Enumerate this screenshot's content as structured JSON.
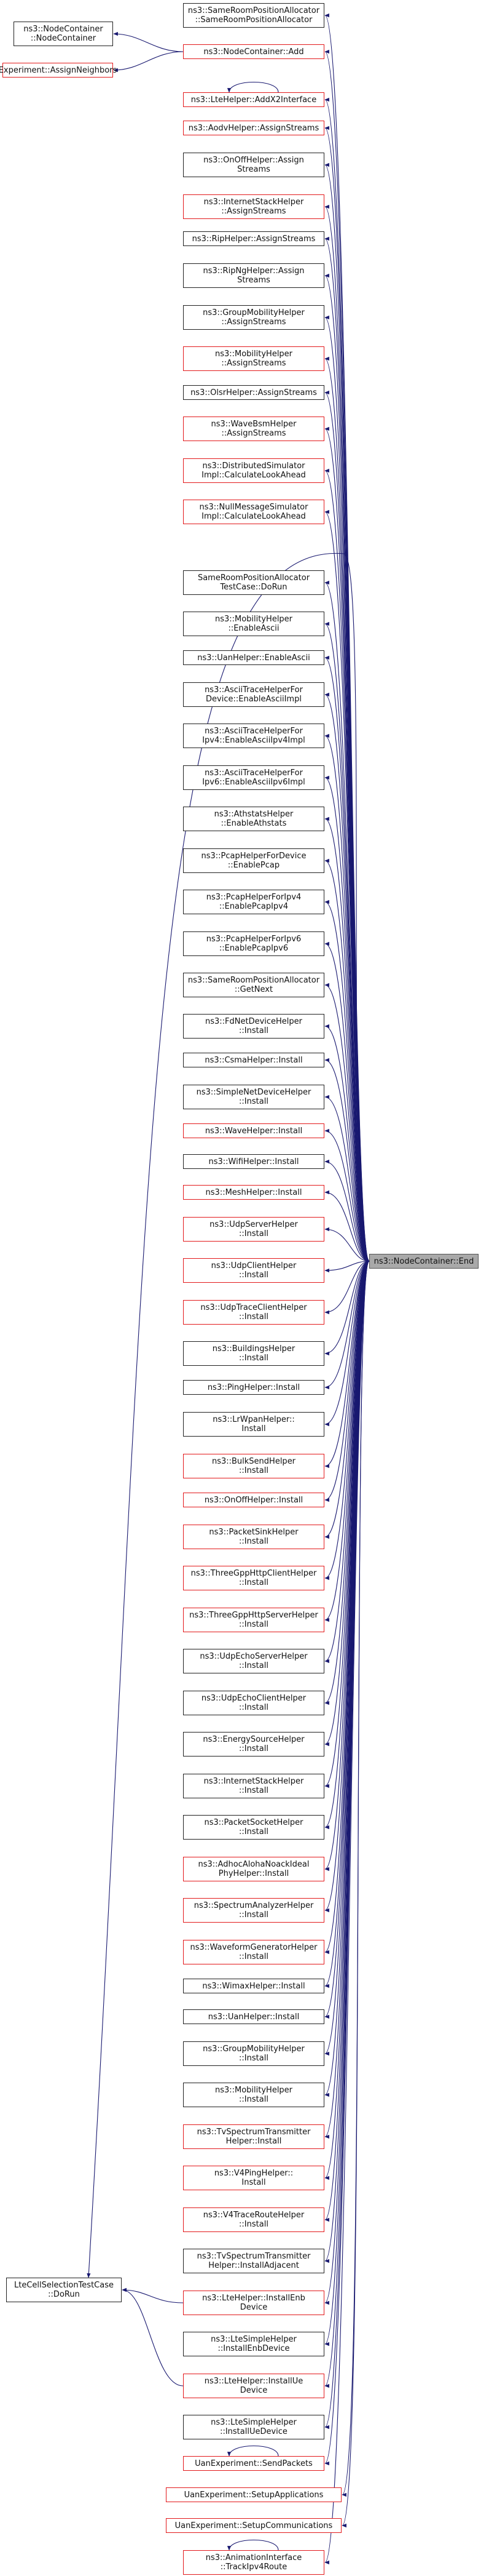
{
  "graph": {
    "focus": {
      "id": "end",
      "label": "ns3::NodeContainer::End"
    },
    "nodes": [
      {
        "id": "samepos",
        "label": "ns3::SameRoomPositionAllocator\n::SameRoomPositionAllocator",
        "style": "black"
      },
      {
        "id": "ncctor",
        "label": "ns3::NodeContainer\n::NodeContainer",
        "style": "black"
      },
      {
        "id": "ncadd",
        "label": "ns3::NodeContainer::Add",
        "style": "red"
      },
      {
        "id": "assignneigh",
        "label": "Experiment::AssignNeighbors",
        "style": "red"
      },
      {
        "id": "ltex2",
        "label": "ns3::LteHelper::AddX2Interface",
        "style": "red"
      },
      {
        "id": "aodv",
        "label": "ns3::AodvHelper::AssignStreams",
        "style": "red"
      },
      {
        "id": "onoffas",
        "label": "ns3::OnOffHelper::Assign\nStreams",
        "style": "black"
      },
      {
        "id": "inetas",
        "label": "ns3::InternetStackHelper\n::AssignStreams",
        "style": "red"
      },
      {
        "id": "ripas",
        "label": "ns3::RipHelper::AssignStreams",
        "style": "black"
      },
      {
        "id": "ripngas",
        "label": "ns3::RipNgHelper::Assign\nStreams",
        "style": "black"
      },
      {
        "id": "groupas",
        "label": "ns3::GroupMobilityHelper\n::AssignStreams",
        "style": "black"
      },
      {
        "id": "mobas",
        "label": "ns3::MobilityHelper\n::AssignStreams",
        "style": "red"
      },
      {
        "id": "olsras",
        "label": "ns3::OlsrHelper::AssignStreams",
        "style": "black"
      },
      {
        "id": "wavebsm",
        "label": "ns3::WaveBsmHelper\n::AssignStreams",
        "style": "red"
      },
      {
        "id": "distsim",
        "label": "ns3::DistributedSimulator\nImpl::CalculateLookAhead",
        "style": "red"
      },
      {
        "id": "nullmsg",
        "label": "ns3::NullMessageSimulator\nImpl::CalculateLookAhead",
        "style": "red"
      },
      {
        "id": "sameroomtc",
        "label": "SameRoomPositionAllocator\nTestCase::DoRun",
        "style": "black"
      },
      {
        "id": "mobascii",
        "label": "ns3::MobilityHelper\n::EnableAscii",
        "style": "black"
      },
      {
        "id": "uanascii",
        "label": "ns3::UanHelper::EnableAscii",
        "style": "black"
      },
      {
        "id": "asciidev",
        "label": "ns3::AsciiTraceHelperFor\nDevice::EnableAsciiImpl",
        "style": "black"
      },
      {
        "id": "ascii4",
        "label": "ns3::AsciiTraceHelperFor\nIpv4::EnableAsciiIpv4Impl",
        "style": "black"
      },
      {
        "id": "ascii6",
        "label": "ns3::AsciiTraceHelperFor\nIpv6::EnableAsciiIpv6Impl",
        "style": "black"
      },
      {
        "id": "athstats",
        "label": "ns3::AthstatsHelper\n::EnableAthstats",
        "style": "black"
      },
      {
        "id": "pcapdev",
        "label": "ns3::PcapHelperForDevice\n::EnablePcap",
        "style": "black"
      },
      {
        "id": "pcap4",
        "label": "ns3::PcapHelperForIpv4\n::EnablePcapIpv4",
        "style": "black"
      },
      {
        "id": "pcap6",
        "label": "ns3::PcapHelperForIpv6\n::EnablePcapIpv6",
        "style": "black"
      },
      {
        "id": "samenext",
        "label": "ns3::SameRoomPositionAllocator\n::GetNext",
        "style": "black"
      },
      {
        "id": "fdnet",
        "label": "ns3::FdNetDeviceHelper\n::Install",
        "style": "black"
      },
      {
        "id": "csma",
        "label": "ns3::CsmaHelper::Install",
        "style": "black"
      },
      {
        "id": "simplenet",
        "label": "ns3::SimpleNetDeviceHelper\n::Install",
        "style": "black"
      },
      {
        "id": "wave",
        "label": "ns3::WaveHelper::Install",
        "style": "red"
      },
      {
        "id": "wifi",
        "label": "ns3::WifiHelper::Install",
        "style": "black"
      },
      {
        "id": "mesh",
        "label": "ns3::MeshHelper::Install",
        "style": "red"
      },
      {
        "id": "udpserver",
        "label": "ns3::UdpServerHelper\n::Install",
        "style": "red"
      },
      {
        "id": "udpclient",
        "label": "ns3::UdpClientHelper\n::Install",
        "style": "red"
      },
      {
        "id": "udptrace",
        "label": "ns3::UdpTraceClientHelper\n::Install",
        "style": "red"
      },
      {
        "id": "buildings",
        "label": "ns3::BuildingsHelper\n::Install",
        "style": "black"
      },
      {
        "id": "ping",
        "label": "ns3::PingHelper::Install",
        "style": "black"
      },
      {
        "id": "lrwpan",
        "label": "ns3::LrWpanHelper::\nInstall",
        "style": "black"
      },
      {
        "id": "bulksend",
        "label": "ns3::BulkSendHelper\n::Install",
        "style": "red"
      },
      {
        "id": "onoff",
        "label": "ns3::OnOffHelper::Install",
        "style": "red"
      },
      {
        "id": "packetsink",
        "label": "ns3::PacketSinkHelper\n::Install",
        "style": "red"
      },
      {
        "id": "tgpphttpc",
        "label": "ns3::ThreeGppHttpClientHelper\n::Install",
        "style": "red"
      },
      {
        "id": "tgpphttps",
        "label": "ns3::ThreeGppHttpServerHelper\n::Install",
        "style": "red"
      },
      {
        "id": "udpechos",
        "label": "ns3::UdpEchoServerHelper\n::Install",
        "style": "black"
      },
      {
        "id": "udpechoc",
        "label": "ns3::UdpEchoClientHelper\n::Install",
        "style": "black"
      },
      {
        "id": "energy",
        "label": "ns3::EnergySourceHelper\n::Install",
        "style": "black"
      },
      {
        "id": "inetinst",
        "label": "ns3::InternetStackHelper\n::Install",
        "style": "black"
      },
      {
        "id": "pktsock",
        "label": "ns3::PacketSocketHelper\n::Install",
        "style": "black"
      },
      {
        "id": "adhocaloha",
        "label": "ns3::AdhocAlohaNoackIdeal\nPhyHelper::Install",
        "style": "red"
      },
      {
        "id": "specanal",
        "label": "ns3::SpectrumAnalyzerHelper\n::Install",
        "style": "red"
      },
      {
        "id": "wavegen",
        "label": "ns3::WaveformGeneratorHelper\n::Install",
        "style": "red"
      },
      {
        "id": "wimax",
        "label": "ns3::WimaxHelper::Install",
        "style": "black"
      },
      {
        "id": "uaninst",
        "label": "ns3::UanHelper::Install",
        "style": "black"
      },
      {
        "id": "groupinst",
        "label": "ns3::GroupMobilityHelper\n::Install",
        "style": "black"
      },
      {
        "id": "mobinst",
        "label": "ns3::MobilityHelper\n::Install",
        "style": "black"
      },
      {
        "id": "tvspec",
        "label": "ns3::TvSpectrumTransmitter\nHelper::Install",
        "style": "red"
      },
      {
        "id": "v4ping",
        "label": "ns3::V4PingHelper::\nInstall",
        "style": "red"
      },
      {
        "id": "v4trace",
        "label": "ns3::V4TraceRouteHelper\n::Install",
        "style": "red"
      },
      {
        "id": "tvspecadj",
        "label": "ns3::TvSpectrumTransmitter\nHelper::InstallAdjacent",
        "style": "black"
      },
      {
        "id": "lteenb",
        "label": "ns3::LteHelper::InstallEnb\nDevice",
        "style": "red"
      },
      {
        "id": "ltesimpleenb",
        "label": "ns3::LteSimpleHelper\n::InstallEnbDevice",
        "style": "black"
      },
      {
        "id": "lteue",
        "label": "ns3::LteHelper::InstallUe\nDevice",
        "style": "red"
      },
      {
        "id": "ltesimpleue",
        "label": "ns3::LteSimpleHelper\n::InstallUeDevice",
        "style": "black"
      },
      {
        "id": "uansend",
        "label": "UanExperiment::SendPackets",
        "style": "red"
      },
      {
        "id": "uansetupapp",
        "label": "UanExperiment::SetupApplications",
        "style": "red"
      },
      {
        "id": "uansetupcomm",
        "label": "UanExperiment::SetupCommunications",
        "style": "red"
      },
      {
        "id": "anim",
        "label": "ns3::AnimationInterface\n::TrackIpv4Route",
        "style": "red"
      },
      {
        "id": "ltecell",
        "label": "LteCellSelectionTestCase\n::DoRun",
        "style": "black"
      }
    ],
    "edges": [
      [
        "ncctor",
        "ncadd"
      ],
      [
        "assignneigh",
        "ncadd"
      ],
      [
        "ltex2",
        "ltex2"
      ],
      [
        "uansend",
        "uansend"
      ],
      [
        "anim",
        "anim"
      ],
      [
        "ltecell",
        "lteenb"
      ],
      [
        "ltecell",
        "lteue"
      ],
      [
        "ltecell",
        "end"
      ]
    ]
  }
}
